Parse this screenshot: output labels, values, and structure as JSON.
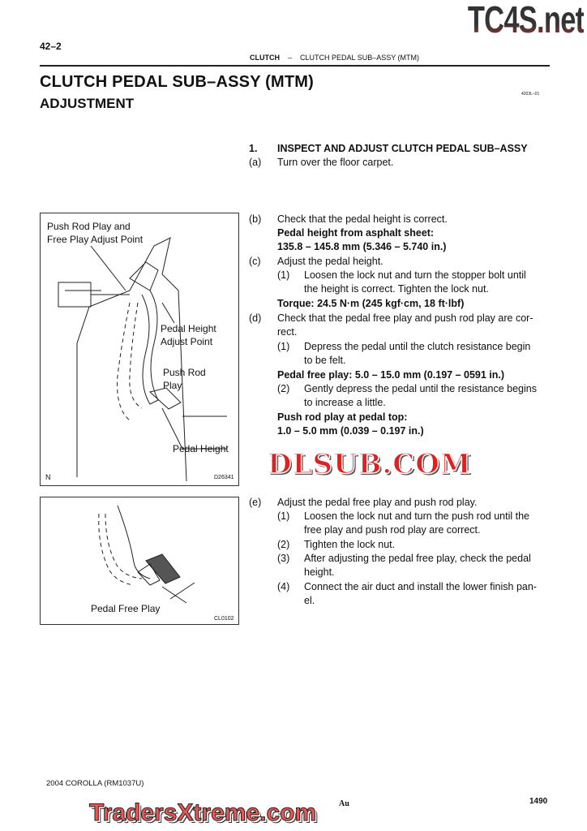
{
  "header": {
    "page_number": "42–2",
    "section": "CLUTCH",
    "separator": "–",
    "subsection": "CLUTCH PEDAL SUB–ASSY (MTM)"
  },
  "title": "CLUTCH PEDAL SUB–ASSY (MTM)",
  "subtitle": "ADJUSTMENT",
  "doc_code": "4203L–01",
  "steps": [
    {
      "n": "1.",
      "lines": [
        "INSPECT AND ADJUST CLUTCH PEDAL SUB–ASSY"
      ],
      "bold": true
    },
    {
      "n": "(a)",
      "lines": [
        "Turn over the floor carpet."
      ]
    },
    {
      "n": "(b)",
      "lines": [
        "Check that the pedal height is correct."
      ]
    },
    {
      "spec": [
        "Pedal height from asphalt sheet:",
        "135.8 – 145.8 mm (5.346 – 5.740 in.)"
      ]
    },
    {
      "n": "(c)",
      "lines": [
        "Adjust the pedal height."
      ]
    },
    {
      "n": "(1)",
      "lines": [
        "Loosen the lock nut and turn the stopper bolt until",
        "the height is correct. Tighten the lock nut."
      ]
    },
    {
      "spec": [
        "Torque: 24.5 N·m (245 kgf·cm, 18 ft·lbf)"
      ]
    },
    {
      "n": "(d)",
      "lines": [
        "Check that the pedal free play and push rod play are cor-",
        "rect."
      ]
    },
    {
      "n": "(1)",
      "lines": [
        "Depress the pedal until the clutch resistance begin",
        "to be felt."
      ]
    },
    {
      "spec": [
        "Pedal free play: 5.0 – 15.0 mm (0.197 – 0591 in.)"
      ]
    },
    {
      "n": "(2)",
      "lines": [
        "Gently depress the pedal until the resistance begins",
        "to increase a little."
      ]
    },
    {
      "spec": [
        "Push rod play at pedal top:",
        "1.0 – 5.0 mm (0.039 – 0.197 in.)"
      ]
    },
    {
      "n": "(e)",
      "lines": [
        "Adjust the pedal free play and push rod play."
      ]
    },
    {
      "n": "(1)",
      "lines": [
        "Loosen the lock nut and turn the push rod until the",
        "free play and push rod play are correct."
      ]
    },
    {
      "n": "(2)",
      "lines": [
        "Tighten the lock nut."
      ]
    },
    {
      "n": "(3)",
      "lines": [
        "After adjusting the pedal free play, check the pedal",
        "height."
      ]
    },
    {
      "n": "(4)",
      "lines": [
        "Connect the air duct and install the lower finish pan-",
        "el."
      ]
    }
  ],
  "figure1": {
    "labels": [
      "Push Rod Play and",
      "Free Play Adjust Point",
      "Pedal Height",
      "Adjust Point",
      "Push  Rod",
      "Play",
      "Pedal Height"
    ],
    "corner": "N",
    "code": "D26341"
  },
  "figure2": {
    "label": "Pedal Free Play",
    "code": "CL0102"
  },
  "footer": {
    "model": "2004 COROLLA   (RM1037U)",
    "left": "Au",
    "page": "1490"
  },
  "watermarks": {
    "top": "TC4S.net",
    "middle": "DLSUB.COM",
    "bottom": "TradersXtreme.com"
  }
}
